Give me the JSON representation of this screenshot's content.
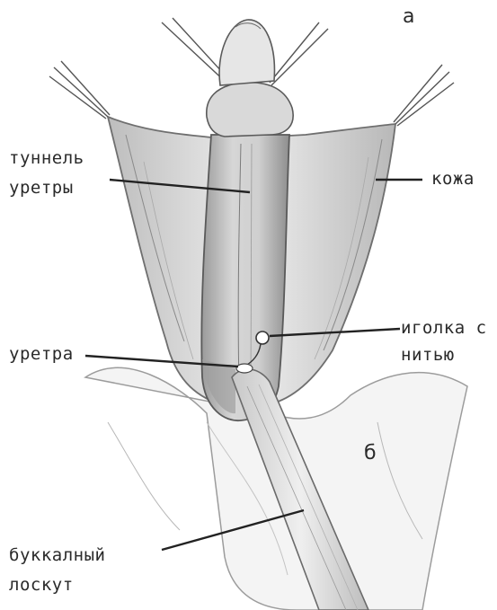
{
  "labels": {
    "panel_a": "а",
    "panel_b": "б",
    "urethra_tunnel_line1": "туннель",
    "urethra_tunnel_line2": "уретры",
    "skin": "кожа",
    "needle_line1": "иголка с",
    "needle_line2": "нитью",
    "urethra": "уретра",
    "buccal_line1": "буккалный",
    "buccal_line2": "лоскут"
  }
}
